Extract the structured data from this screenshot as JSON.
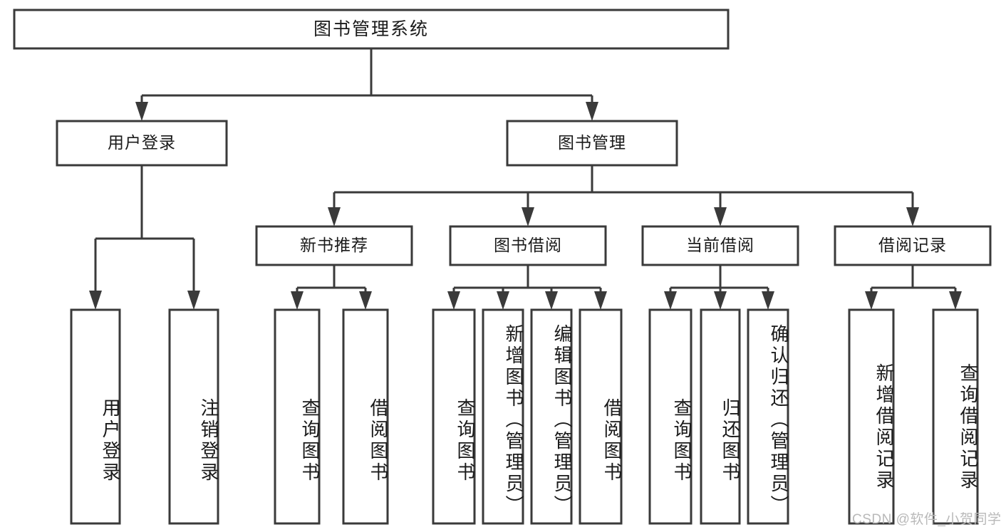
{
  "diagram": {
    "type": "tree-hierarchy",
    "title": "图书管理系统",
    "colors": {
      "stroke": "#3a3a3a",
      "fill": "#ffffff",
      "text": "#1a1a1a",
      "watermark": "#b9b9b9",
      "background": "#ffffff"
    },
    "levels": {
      "root": {
        "label": "图书管理系统"
      },
      "level2": [
        {
          "label": "用户登录"
        },
        {
          "label": "图书管理"
        }
      ],
      "level3": [
        {
          "label": "新书推荐"
        },
        {
          "label": "图书借阅"
        },
        {
          "label": "当前借阅"
        },
        {
          "label": "借阅记录"
        }
      ],
      "leaves": [
        {
          "label": "用户登录",
          "parent": "用户登录"
        },
        {
          "label": "注销登录",
          "parent": "用户登录"
        },
        {
          "label": "查询图书",
          "parent": "新书推荐"
        },
        {
          "label": "借阅图书",
          "parent": "新书推荐"
        },
        {
          "label": "查询图书",
          "parent": "图书借阅"
        },
        {
          "label": "新增图书（管理员）",
          "parent": "图书借阅"
        },
        {
          "label": "编辑图书（管理员）",
          "parent": "图书借阅"
        },
        {
          "label": "借阅图书",
          "parent": "图书借阅"
        },
        {
          "label": "查询图书",
          "parent": "当前借阅"
        },
        {
          "label": "归还图书",
          "parent": "当前借阅"
        },
        {
          "label": "确认归还（管理员）",
          "parent": "当前借阅"
        },
        {
          "label": "新增借阅记录",
          "parent": "借阅记录"
        },
        {
          "label": "查询借阅记录",
          "parent": "借阅记录"
        }
      ]
    }
  },
  "watermark": {
    "text": "CSDN @软件_小贺同学"
  }
}
